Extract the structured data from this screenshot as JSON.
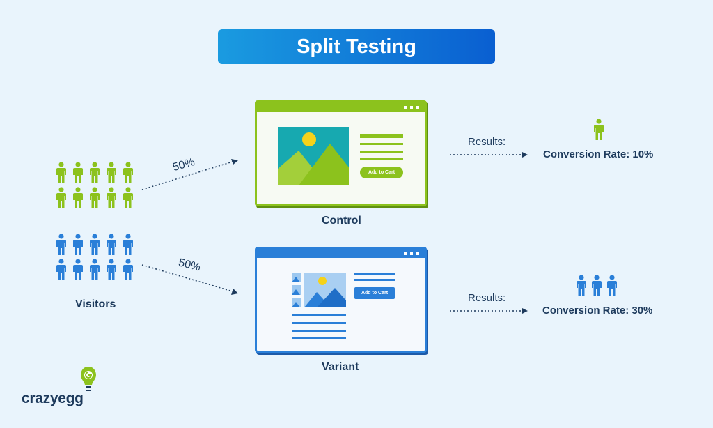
{
  "title": "Split Testing",
  "visitors": {
    "label": "Visitors",
    "green_count": 10,
    "blue_count": 10
  },
  "control": {
    "label": "Control",
    "split": "50%",
    "button": "Add to Cart",
    "results_label": "Results:",
    "conversion": "Conversion Rate: 10%",
    "converted_count": 1
  },
  "variant": {
    "label": "Variant",
    "split": "50%",
    "button": "Add to Cart",
    "results_label": "Results:",
    "conversion": "Conversion Rate: 30%",
    "converted_count": 3
  },
  "logo": {
    "text": "crazyegg"
  },
  "colors": {
    "green": "#8cc21d",
    "blue": "#2a7fd8",
    "navy": "#1d3a5c",
    "background": "#e9f4fc"
  },
  "icons": [
    "person-icon",
    "browser-window-icon",
    "image-icon",
    "lightbulb-logo-icon"
  ]
}
